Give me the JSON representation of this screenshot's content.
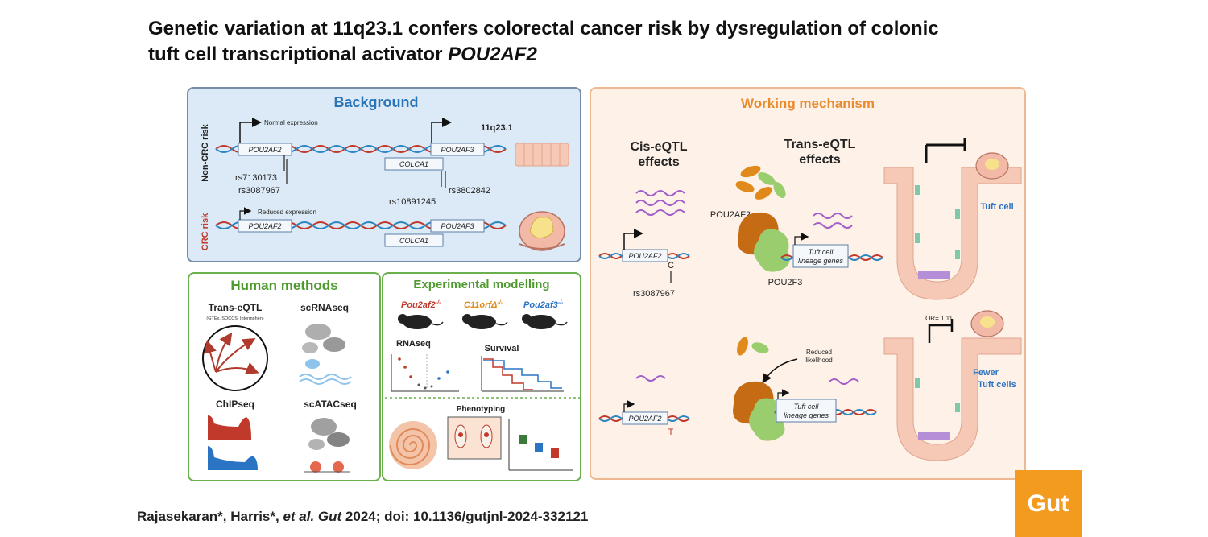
{
  "title": {
    "line1": "Genetic variation at 11q23.1 confers colorectal cancer risk by dysregulation of colonic",
    "line2_prefix": "tuft cell transcriptional activator ",
    "line2_gene": "POU2AF2"
  },
  "citation": {
    "authors": "Rajasekaran*,  Harris*, ",
    "etal": "et al. Gut",
    "rest": " 2024; doi: 10.1136/gutjnl-2024-332121"
  },
  "logo": "Gut",
  "background": {
    "heading": "Background",
    "non_crc_label": "Non-CRC risk",
    "crc_label": "CRC risk",
    "normal_expression": "Normal expression",
    "reduced_expression": "Reduced expression",
    "locus": "11q23.1",
    "gene_pou2af2": "POU2AF2",
    "gene_pou2af3": "POU2AF3",
    "gene_colca1": "COLCA1",
    "snp1": "rs7130173",
    "snp2": "rs3087967",
    "snp3": "rs3802842",
    "snp4": "rs10891245"
  },
  "human_methods": {
    "heading": "Human methods",
    "trans_eqtl": "Trans-eQTL",
    "trans_eqtl_sub": "(GTEx, SOCCS, Intermphen)",
    "scrnaseq": "scRNAseq",
    "chipseq": "ChIPseq",
    "scatacseq": "scATACseq"
  },
  "experimental": {
    "heading": "Experimental modelling",
    "mouse1": "Pou2af2",
    "mouse1_sup": "-/-",
    "mouse2": "C11orfΔ",
    "mouse2_sup": "-/-",
    "mouse3": "Pou2af3",
    "mouse3_sup": "-/-",
    "rnaseq": "RNAseq",
    "survival": "Survival",
    "phenotyping": "Phenotyping"
  },
  "working": {
    "heading": "Working mechanism",
    "cis_line1": "Cis-eQTL",
    "cis_line2": "effects",
    "trans_line1": "Trans-eQTL",
    "trans_line2": "effects",
    "pou2af2_label": "POU2AF2",
    "pou2f3_label": "POU2F3",
    "tuft_genes_line1": "Tuft cell",
    "tuft_genes_line2": "lineage genes",
    "gene_pou2af2": "POU2AF2",
    "allele_c": "C",
    "allele_t": "T",
    "snp": "rs3087967",
    "reduced_line1": "Reduced",
    "reduced_line2": "likelihood",
    "tuft_cell": "Tuft cell",
    "fewer_line1": "Fewer",
    "fewer_line2": "Tuft cells",
    "or_label": "OR= 1.11"
  },
  "colors": {
    "bg_heading": "#2a74b8",
    "green_heading": "#4f9a2f",
    "orange_heading": "#e98a2c",
    "crc_red": "#c0392b",
    "dna_red": "#c0392b",
    "dna_blue": "#2e86c1",
    "purple_mrna": "#a35ec9",
    "brown_protein": "#c46b14",
    "green_protein": "#9acd6e"
  }
}
